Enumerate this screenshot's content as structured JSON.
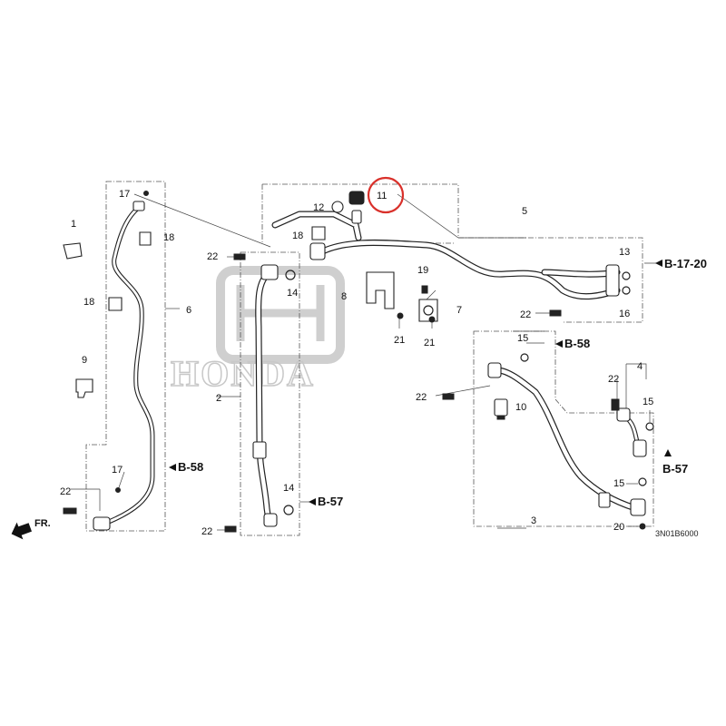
{
  "diagram_code": "3N01B6000",
  "watermark": "HONDA",
  "front_indicator": "FR.",
  "refs": {
    "b_17_20": "B-17-20",
    "b_58_top": "B-58",
    "b_58_left": "B-58",
    "b_57_mid": "B-57",
    "b_57_right": "B-57"
  },
  "callouts": {
    "p1": "1",
    "p2": "2",
    "p3": "3",
    "p4": "4",
    "p5": "5",
    "p6": "6",
    "p7": "7",
    "p8": "8",
    "p9": "9",
    "p10": "10",
    "p11": "11",
    "p12": "12",
    "p13": "13",
    "p14a": "14",
    "p14b": "14",
    "p15a": "15",
    "p15b": "15",
    "p15c": "15",
    "p16": "16",
    "p17a": "17",
    "p17b": "17",
    "p18a": "18",
    "p18b": "18",
    "p18c": "18",
    "p19": "19",
    "p20": "20",
    "p21a": "21",
    "p21b": "21",
    "p22a": "22",
    "p22b": "22",
    "p22c": "22",
    "p22d": "22",
    "p22e": "22",
    "p22f": "22"
  },
  "highlighted_part": "11",
  "highlight_color": "#d9302a"
}
